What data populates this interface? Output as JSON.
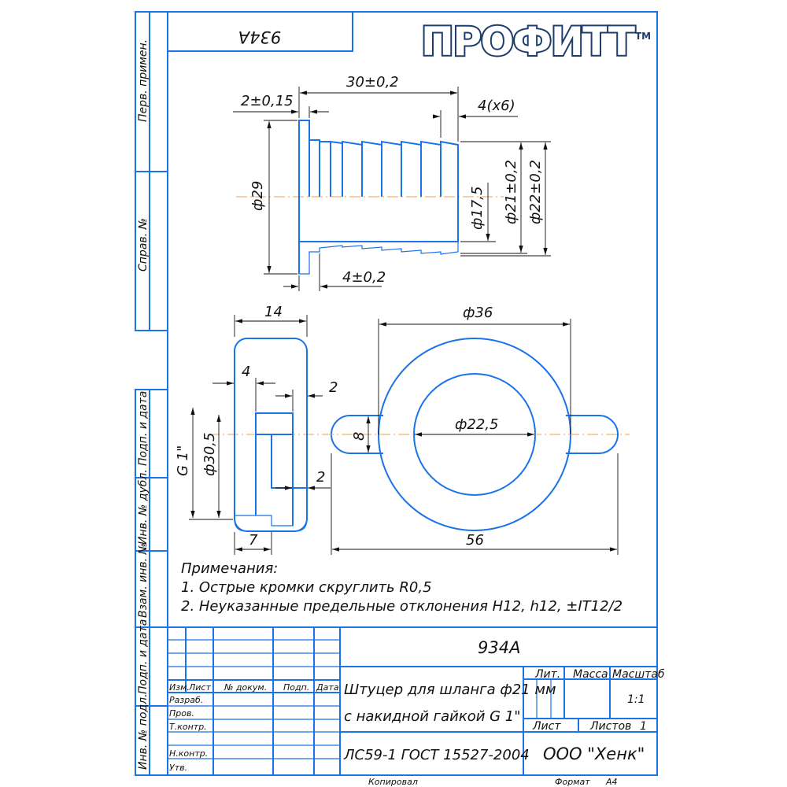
{
  "drawing_number": "934A",
  "logo": {
    "text": "ПРОФИТТ",
    "tm": "TM"
  },
  "side_labels": [
    "Перв. примен.",
    "Справ. №",
    "Подп. и дата",
    "Инв. № дубл.",
    "Взам. инв. №",
    "Подп. и дата",
    "Инв. № подл."
  ],
  "dimensions": {
    "fitting": [
      "2±0,15",
      "30±0,2",
      "4(х6)",
      "ф29",
      "ф17,5",
      "ф21±0,2",
      "ф22±0,2",
      "4±0,2"
    ],
    "nut_side": [
      "14",
      "4",
      "2",
      "G 1\"",
      "ф30,5",
      "2",
      "7"
    ],
    "nut_front": [
      "ф36",
      "ф22,5",
      "8",
      "56"
    ]
  },
  "notes": {
    "title": "Примечания:",
    "items": [
      "1. Острые кромки скруглить R0,5",
      "2. Неуказанные предельные отклонения H12, h12, ±IT12/2"
    ]
  },
  "title_block": {
    "designation": "934A",
    "headers": [
      "Изм.",
      "Лист",
      "№ докум.",
      "Подп.",
      "Дата"
    ],
    "roles": [
      "Разраб.",
      "Пров.",
      "Т.контр.",
      "Н.контр.",
      "Утв."
    ],
    "name_line1": "Штуцер для шланга ф21 мм",
    "name_line2": "с накидной гайкой G 1\"",
    "lit_label": "Лит.",
    "mass_label": "Масса",
    "scale_label": "Масштаб",
    "scale": "1:1",
    "sheet_label": "Лист",
    "sheets_label": "Листов",
    "sheets": "1",
    "material": "ЛС59-1 ГОСТ 15527-2004",
    "company": "ООО \"Хенк\"",
    "copied": "Копировал",
    "format_label": "Формат",
    "format": "A4"
  }
}
